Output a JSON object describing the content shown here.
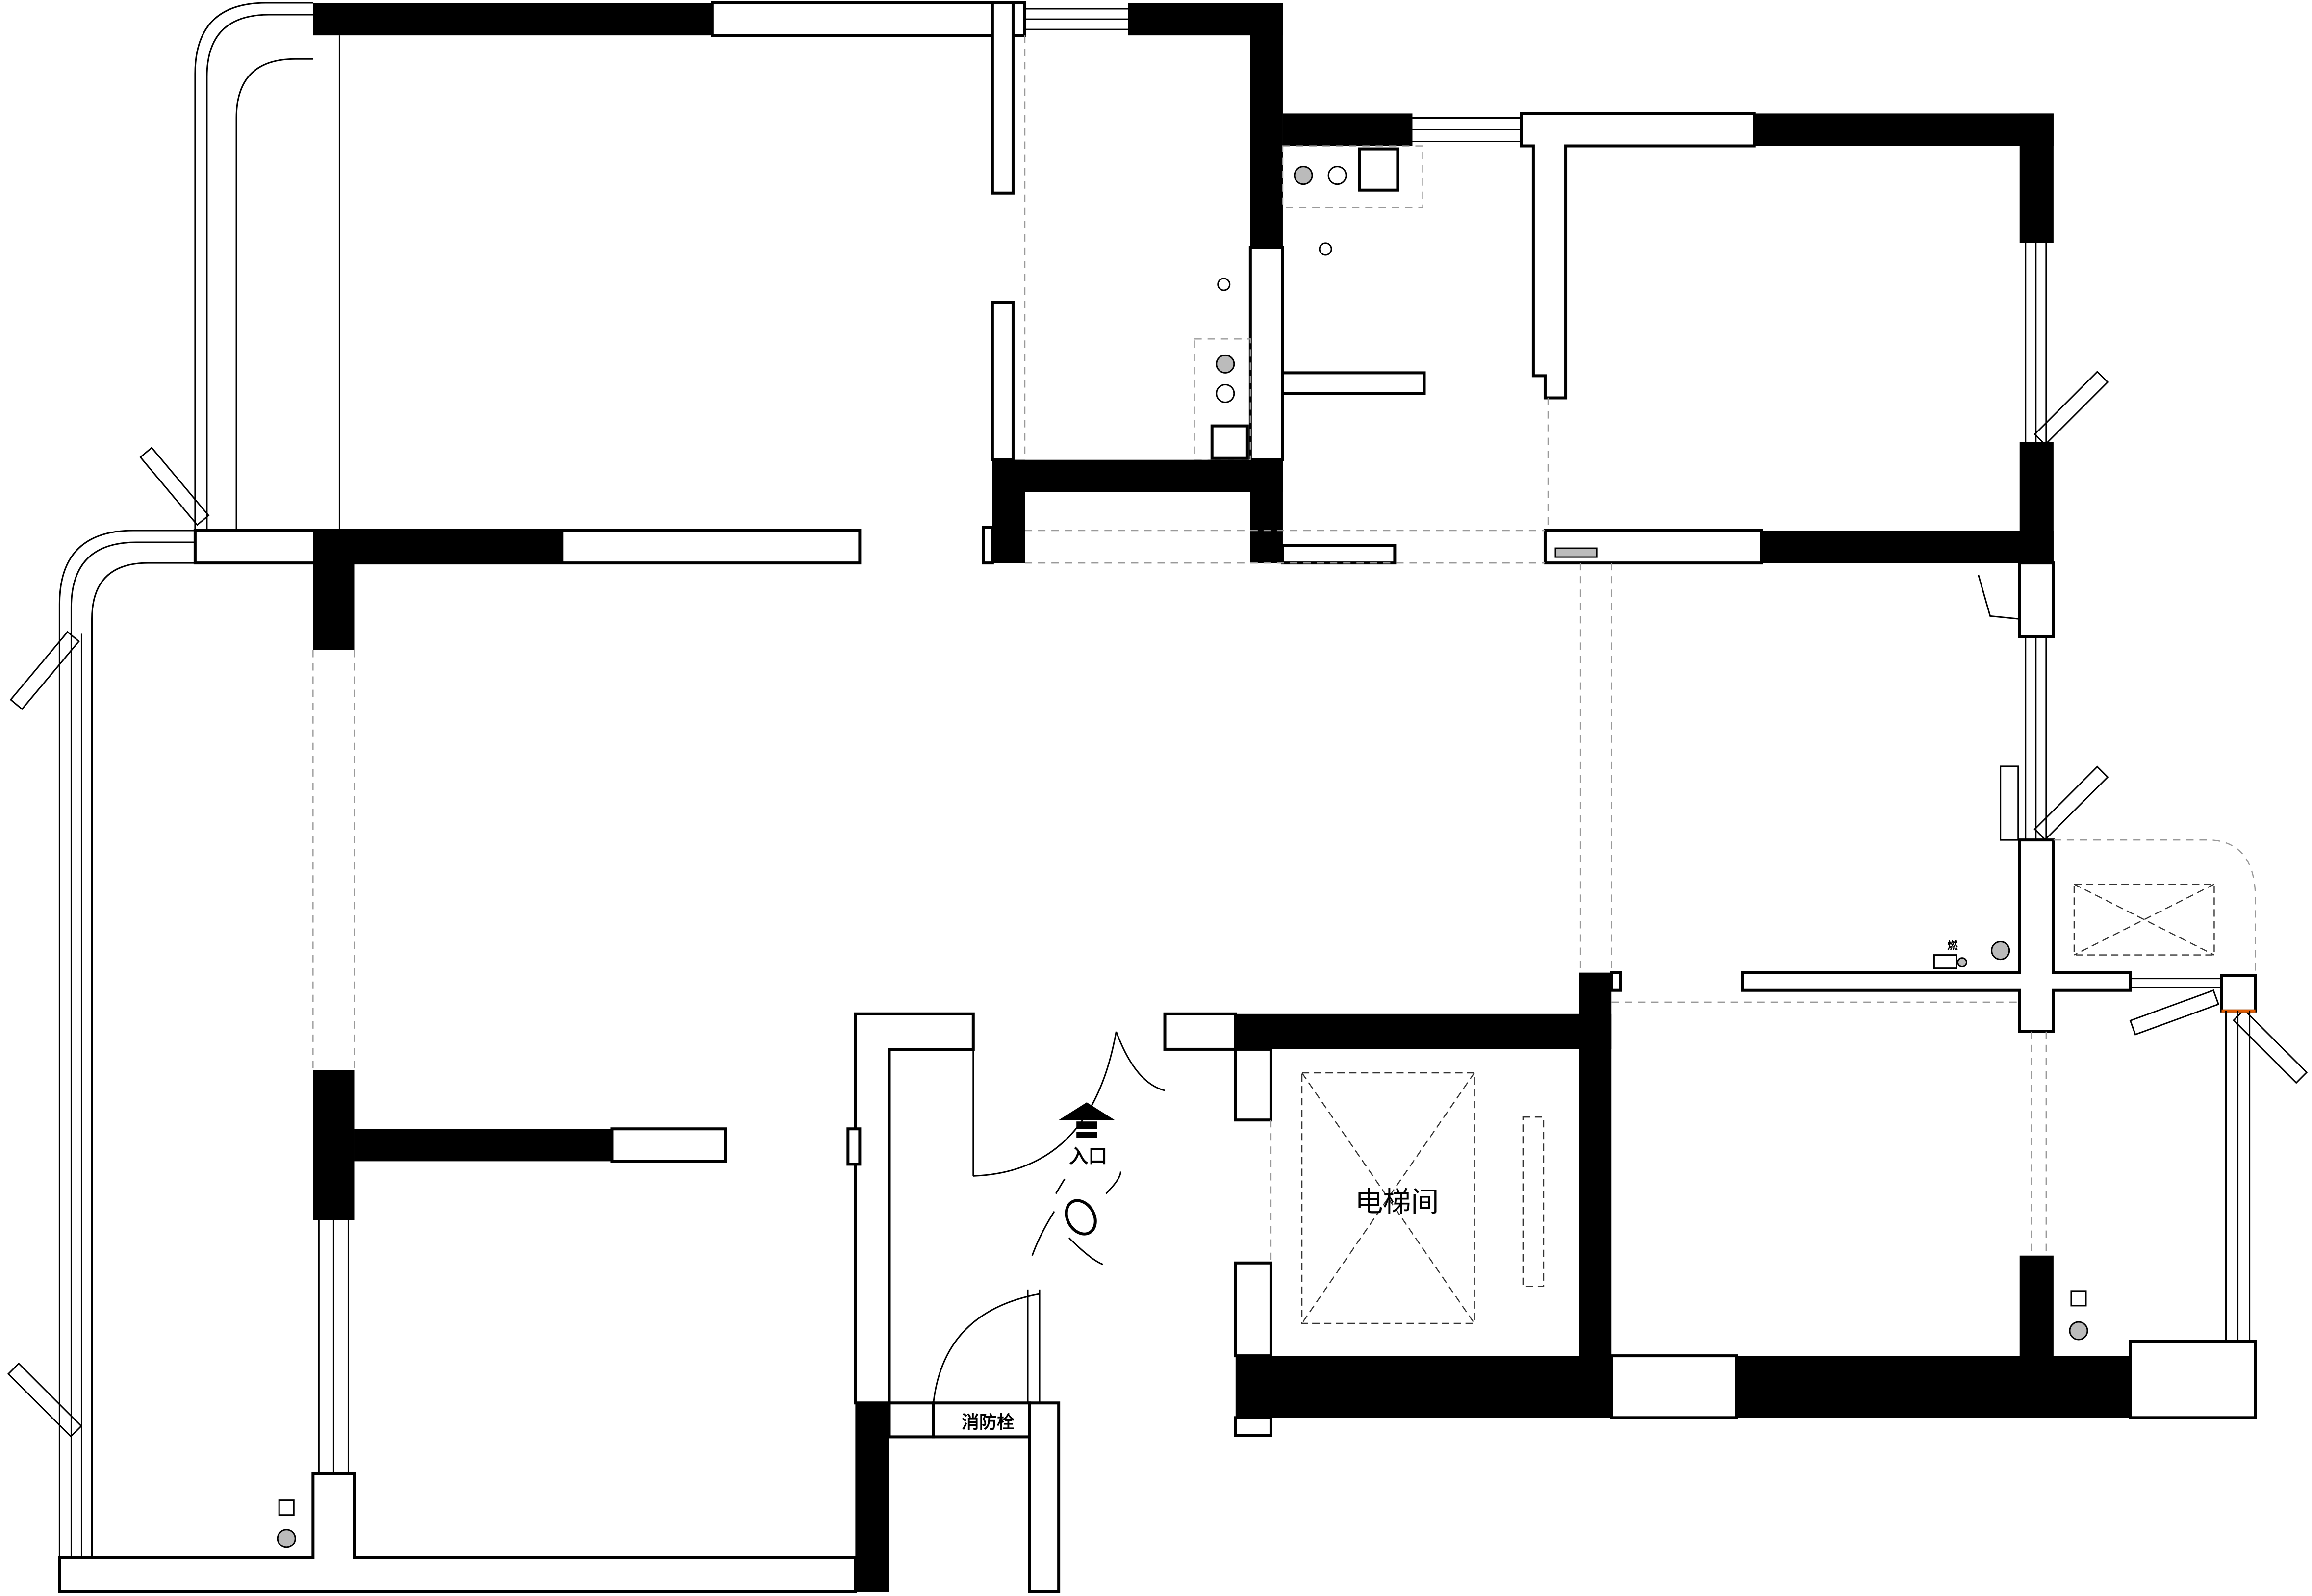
{
  "labels": {
    "entrance": "入口",
    "elevator": "电梯间",
    "fire_hydrant": "消防栓",
    "gas": "燃"
  },
  "colors": {
    "wall": "#000000",
    "background": "#ffffff",
    "accent": "#e05a00"
  }
}
